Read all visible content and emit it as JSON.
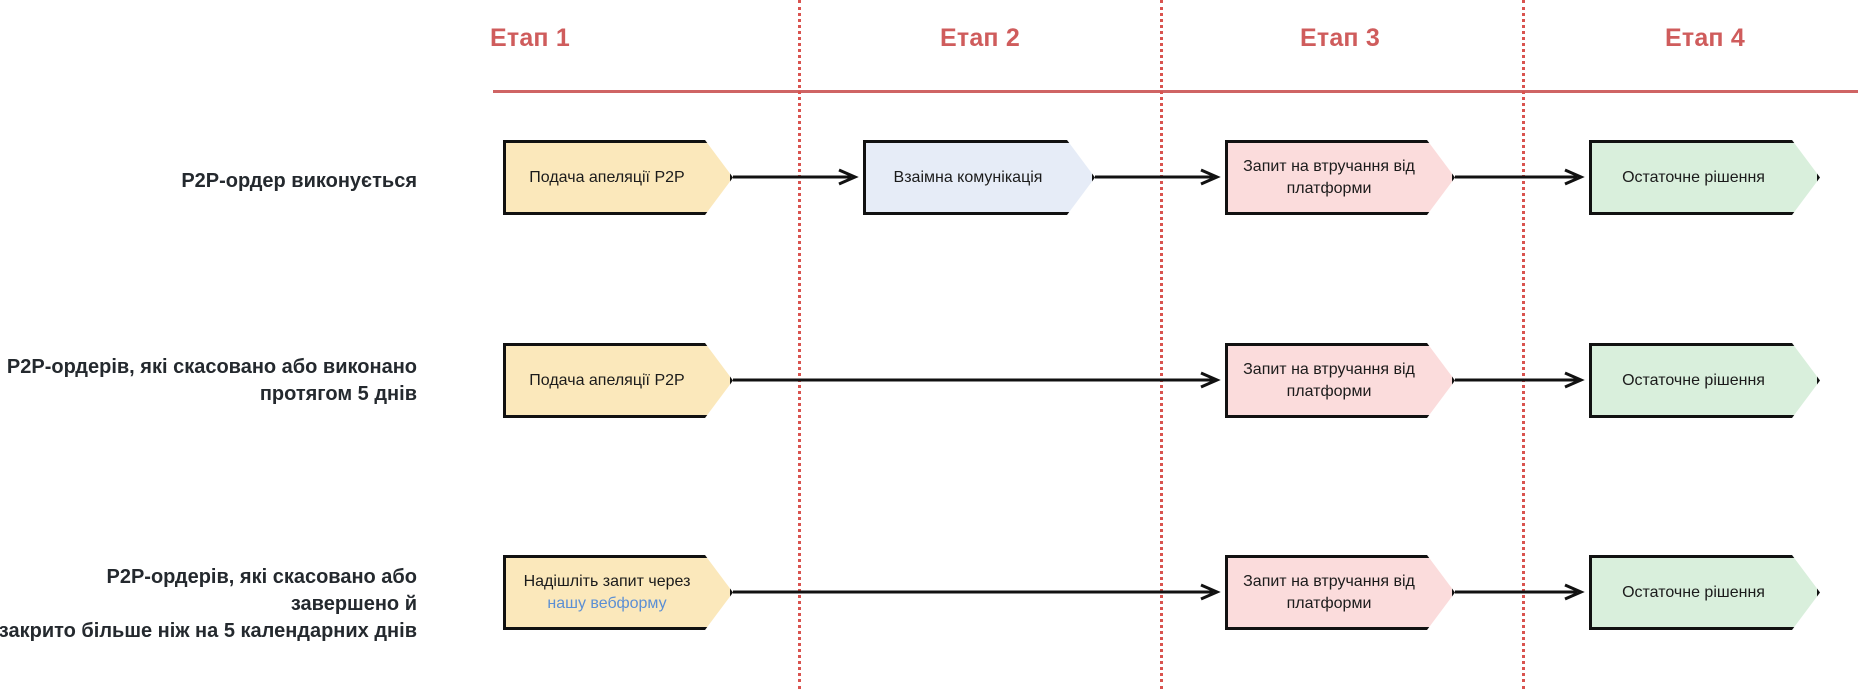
{
  "diagram": {
    "title": "P2P appeal process stages",
    "accent_color": "#cf5c5c",
    "divider_color": "#d9534f",
    "link_color": "#5b8fd4"
  },
  "stages": [
    {
      "label": "Етап 1"
    },
    {
      "label": "Етап 2"
    },
    {
      "label": "Етап 3"
    },
    {
      "label": "Етап 4"
    }
  ],
  "rows": [
    {
      "label": "P2P-ордер виконується",
      "steps": [
        {
          "text": "Подача апеляції P2P",
          "color": "yellow"
        },
        {
          "text": "Взаімна комунікація",
          "color": "blue"
        },
        {
          "text": "Запит на втручання від платформи",
          "color": "pink"
        },
        {
          "text": "Остаточне рішення",
          "color": "green"
        }
      ]
    },
    {
      "label_line1": "P2P-ордерів, які скасовано або виконано",
      "label_line2": "протягом 5 днів",
      "steps": [
        {
          "text": "Подача апеляції P2P",
          "color": "yellow"
        },
        {
          "text": "Запит на втручання від платформи",
          "color": "pink"
        },
        {
          "text": "Остаточне рішення",
          "color": "green"
        }
      ]
    },
    {
      "label_line1": "P2P-ордерів, які скасовано або завершено й",
      "label_line2": "закрито більше ніж на 5 календарних днів",
      "steps": [
        {
          "text_line1": "Надішліть запит через",
          "link_text": "нашу вебформу",
          "color": "yellow"
        },
        {
          "text": "Запит на втручання від платформи",
          "color": "pink"
        },
        {
          "text": "Остаточне рішення",
          "color": "green"
        }
      ]
    }
  ]
}
